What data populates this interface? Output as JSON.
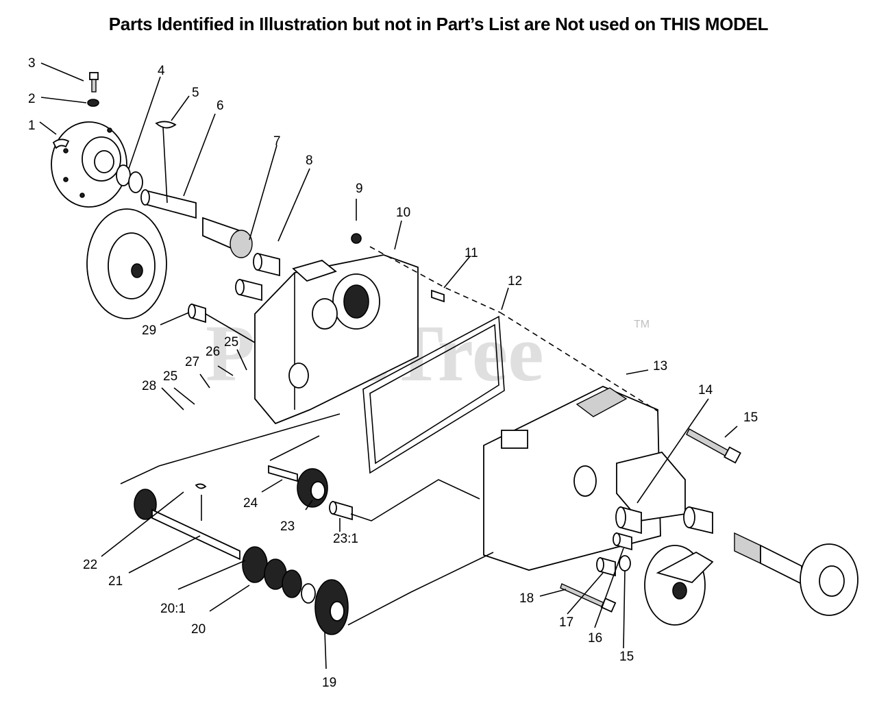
{
  "title": "Parts Identified in Illustration but not in Part’s List are Not used on THIS MODEL",
  "watermark": {
    "text": "PartsTree",
    "tm": "TM"
  },
  "callouts": [
    "3",
    "2",
    "1",
    "4",
    "5",
    "6",
    "7",
    "8",
    "9",
    "10",
    "11",
    "12",
    "29",
    "25",
    "26",
    "27",
    "28",
    "25",
    "13",
    "14",
    "15",
    "24",
    "23",
    "23:1",
    "22",
    "21",
    "20:1",
    "20",
    "19",
    "18",
    "17",
    "16",
    "15"
  ]
}
